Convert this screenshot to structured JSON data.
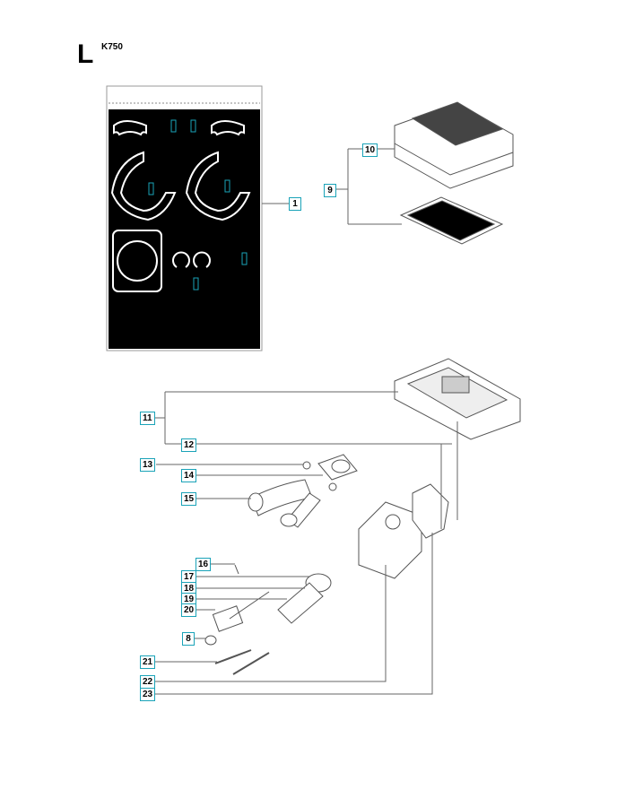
{
  "section": "L",
  "model": "K750",
  "callouts": {
    "c1": "1",
    "c9": "9",
    "c10": "10",
    "c11": "11",
    "c12": "12",
    "c13": "13",
    "c14": "14",
    "c15": "15",
    "c16": "16",
    "c17": "17",
    "c18": "18",
    "c19": "19",
    "c20": "20",
    "c8": "8",
    "c21": "21",
    "c22": "22",
    "c23": "23"
  },
  "colors": {
    "callout_border": "#1aa3b8",
    "kit_background": "#000000",
    "line": "#666666"
  }
}
